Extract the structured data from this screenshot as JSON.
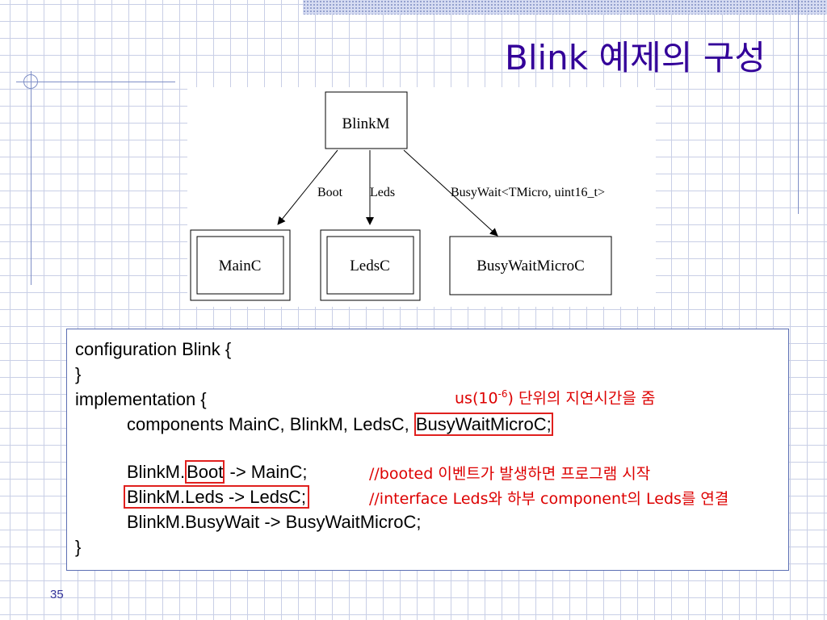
{
  "slide": {
    "title": "Blink 예제의 구성",
    "page_number": "35"
  },
  "diagram": {
    "nodes": [
      "BlinkM",
      "MainC",
      "LedsC",
      "BusyWaitMicroC"
    ],
    "edges": [
      {
        "from": "BlinkM",
        "to": "MainC",
        "label": "Boot"
      },
      {
        "from": "BlinkM",
        "to": "LedsC",
        "label": "Leds"
      },
      {
        "from": "BlinkM",
        "to": "BusyWaitMicroC",
        "label": "BusyWait<TMicro, uint16_t>"
      }
    ]
  },
  "code": {
    "line1": "configuration Blink {",
    "line2": "}",
    "line3": "implementation {",
    "line4_prefix": "components MainC, BlinkM, LedsC, ",
    "line4_highlight": "BusyWaitMicroC;",
    "line5_prefix": "BlinkM.",
    "line5_highlight": "Boot",
    "line5_suffix": " -> MainC;",
    "line6_highlight": "BlinkM.Leds -> LedsC;",
    "line7": "BlinkM.BusyWait -> BusyWaitMicroC;",
    "line8": "}"
  },
  "comments": {
    "busywait_prefix": "us(10",
    "busywait_sup": "-6",
    "busywait_suffix": ") 단위의 지연시간을 줌",
    "boot": "//booted 이벤트가 발생하면 프로그램 시작",
    "leds": "//interface Leds와 하부 component의 Leds를 연결"
  }
}
